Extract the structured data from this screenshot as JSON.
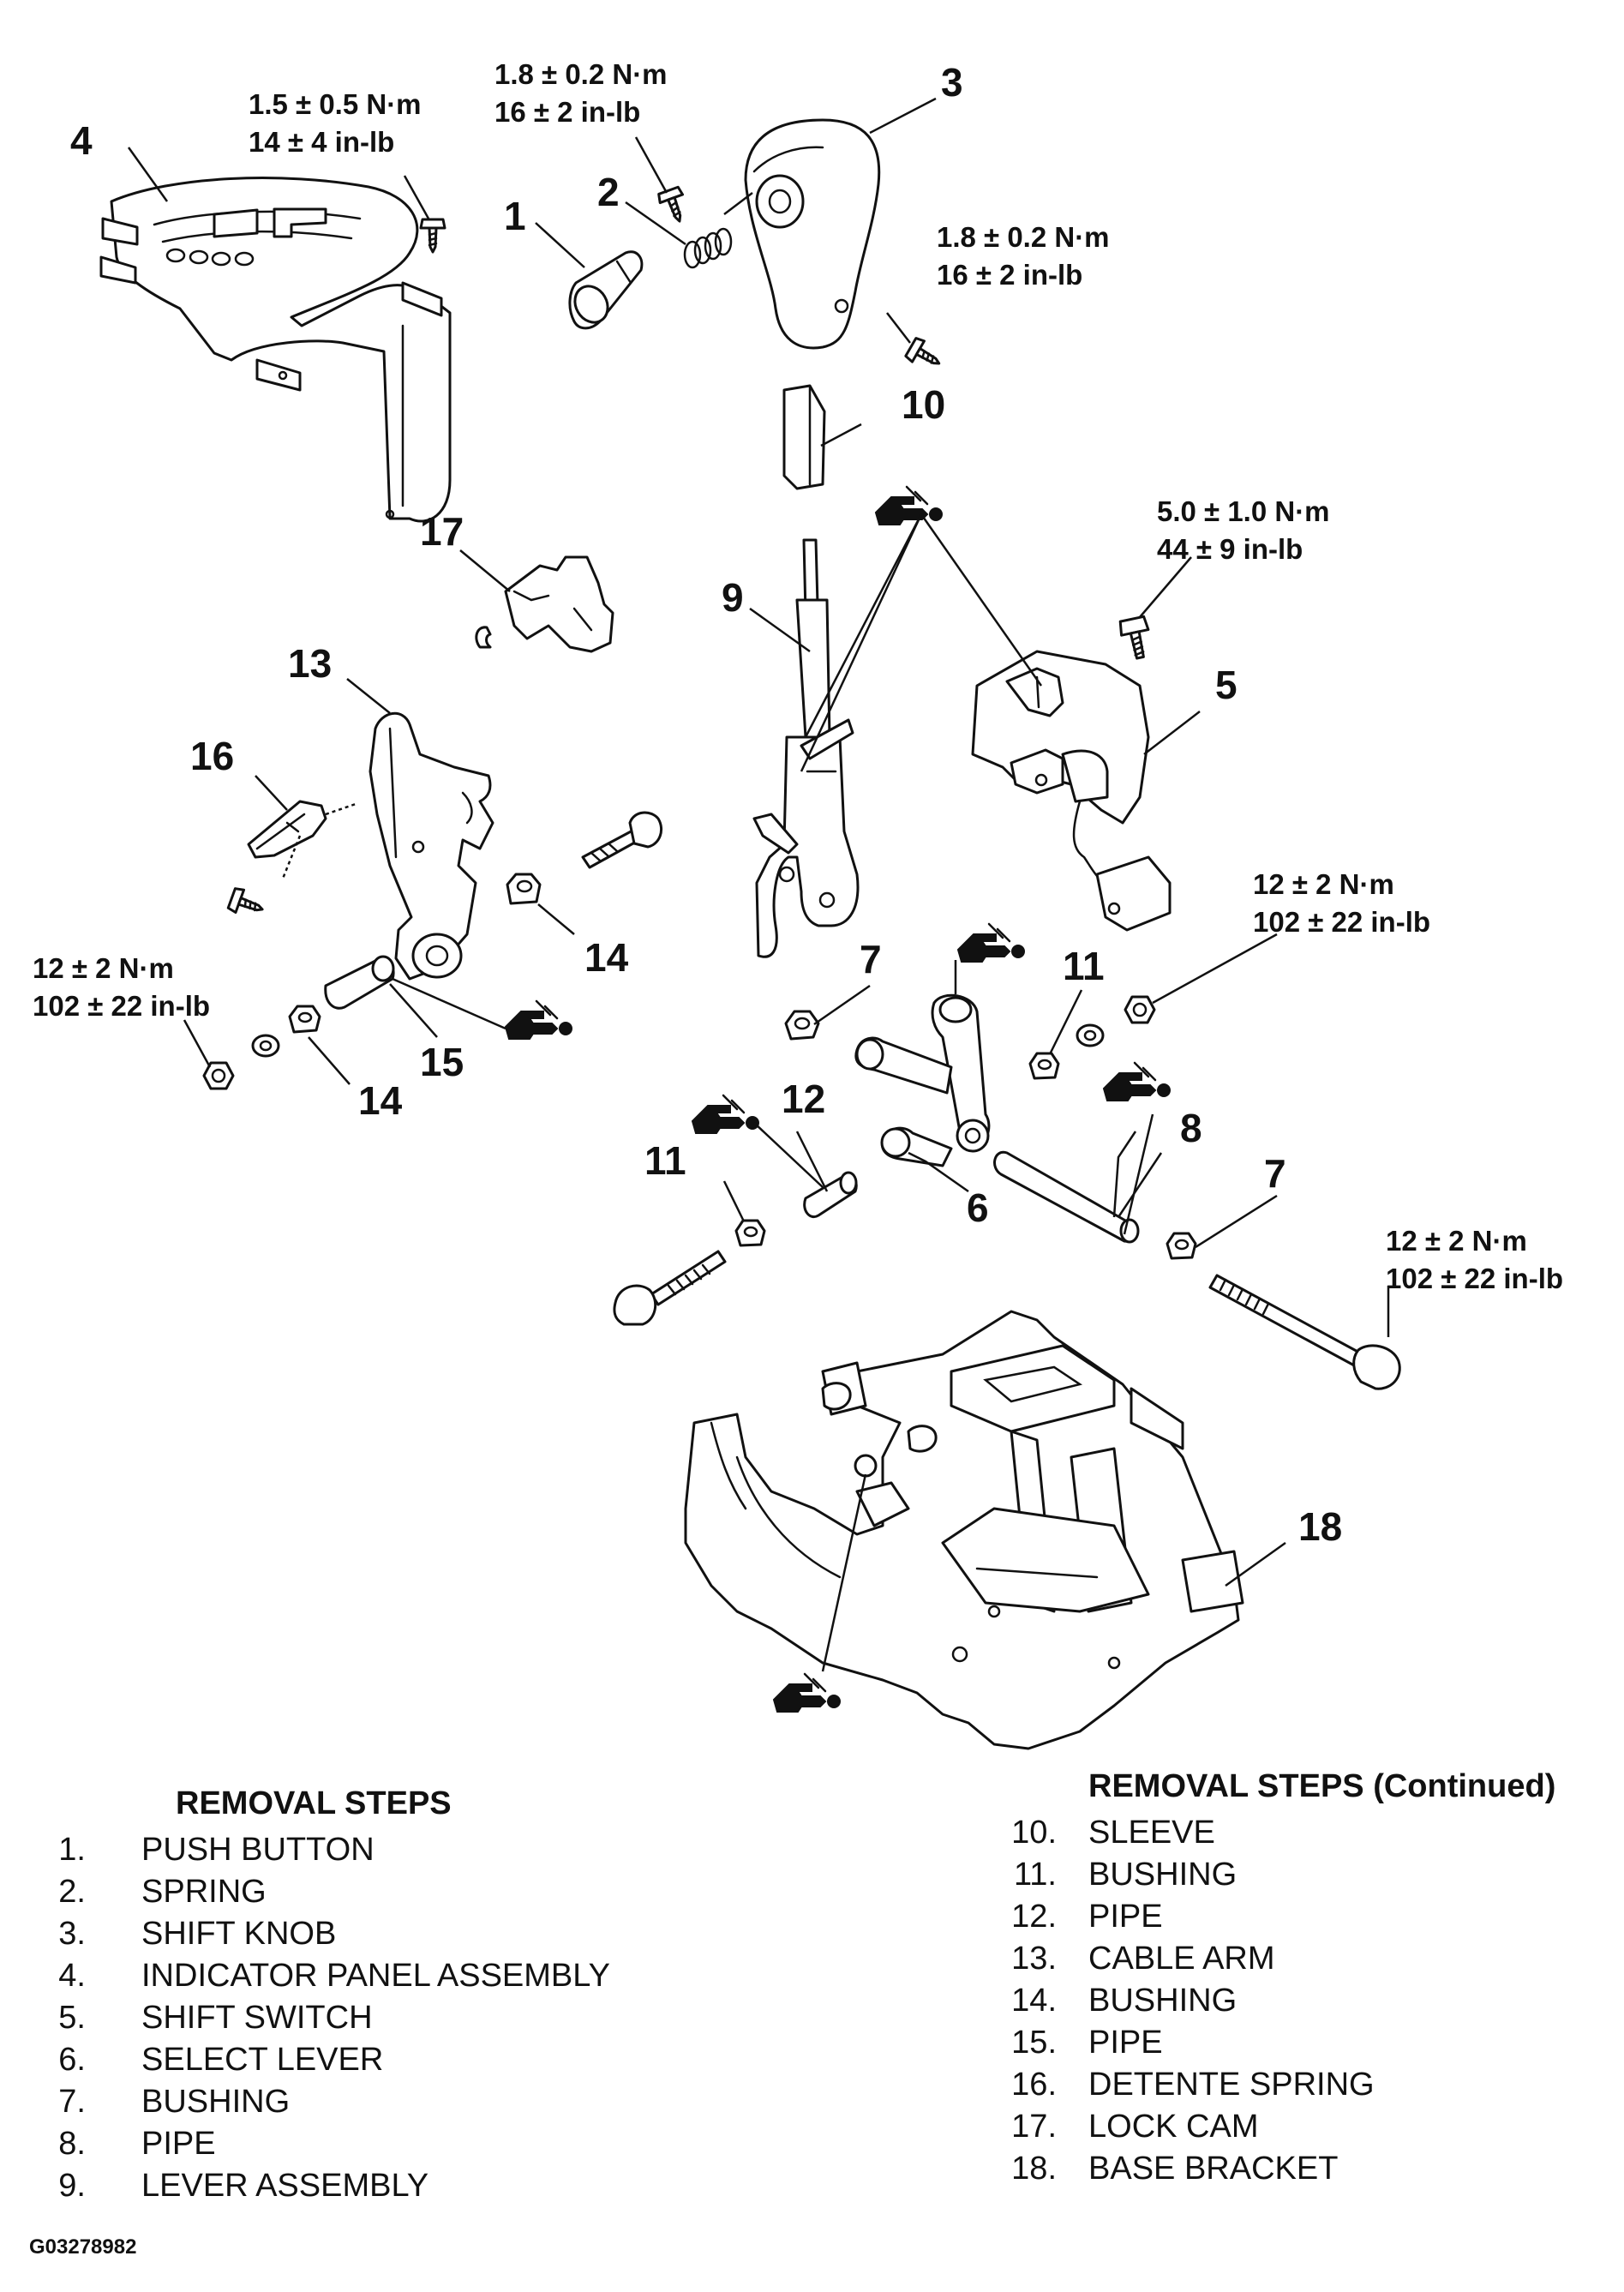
{
  "torque_specs": {
    "t1": {
      "line1": "1.5 ± 0.5 N·m",
      "line2": "14 ± 4 in-lb"
    },
    "t2": {
      "line1": "1.8 ± 0.2 N·m",
      "line2": "16 ± 2 in-lb"
    },
    "t3": {
      "line1": "1.8 ± 0.2 N·m",
      "line2": "16 ± 2 in-lb"
    },
    "t4": {
      "line1": "5.0 ± 1.0 N·m",
      "line2": "44 ± 9 in-lb"
    },
    "t5": {
      "line1": "12 ± 2 N·m",
      "line2": "102 ± 22 in-lb"
    },
    "t6": {
      "line1": "12 ± 2 N·m",
      "line2": "102 ± 22 in-lb"
    },
    "t7": {
      "line1": "12 ± 2 N·m",
      "line2": "102 ± 22 in-lb"
    }
  },
  "callouts": {
    "c1": "1",
    "c2": "2",
    "c3": "3",
    "c4": "4",
    "c5": "5",
    "c6": "6",
    "c7a": "7",
    "c7b": "7",
    "c8": "8",
    "c9": "9",
    "c10": "10",
    "c11a": "11",
    "c11b": "11",
    "c12": "12",
    "c13": "13",
    "c14a": "14",
    "c14b": "14",
    "c15": "15",
    "c16": "16",
    "c17": "17",
    "c18": "18"
  },
  "removal_steps": {
    "heading": "REMOVAL STEPS",
    "items": [
      {
        "num": "1.",
        "label": "PUSH BUTTON"
      },
      {
        "num": "2.",
        "label": "SPRING"
      },
      {
        "num": "3.",
        "label": "SHIFT KNOB"
      },
      {
        "num": "4.",
        "label": "INDICATOR PANEL ASSEMBLY"
      },
      {
        "num": "5.",
        "label": "SHIFT SWITCH"
      },
      {
        "num": "6.",
        "label": "SELECT LEVER"
      },
      {
        "num": "7.",
        "label": "BUSHING"
      },
      {
        "num": "8.",
        "label": "PIPE"
      },
      {
        "num": "9.",
        "label": "LEVER ASSEMBLY"
      }
    ]
  },
  "removal_steps_continued": {
    "heading": "REMOVAL STEPS (Continued)",
    "items": [
      {
        "num": "10.",
        "label": "SLEEVE"
      },
      {
        "num": "11.",
        "label": "BUSHING"
      },
      {
        "num": "12.",
        "label": "PIPE"
      },
      {
        "num": "13.",
        "label": "CABLE ARM"
      },
      {
        "num": "14.",
        "label": "BUSHING"
      },
      {
        "num": "15.",
        "label": "PIPE"
      },
      {
        "num": "16.",
        "label": "DETENTE SPRING"
      },
      {
        "num": "17.",
        "label": "LOCK CAM"
      },
      {
        "num": "18.",
        "label": "BASE BRACKET"
      }
    ]
  },
  "figure_code": "G03278982",
  "icons": [
    "grease-symbol-icon"
  ]
}
